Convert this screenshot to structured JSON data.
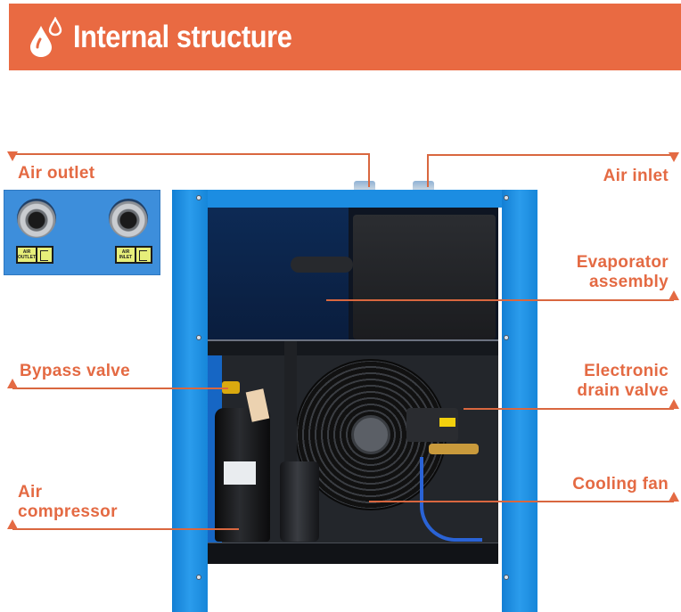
{
  "banner": {
    "icon": "water-drops-icon",
    "title": "Internal structure"
  },
  "colors": {
    "accent": "#e96a42",
    "label_text": "#e46a43",
    "frame_blue": "#1c8de2"
  },
  "inset": {
    "outlet_sticker": "AIR OUTLET",
    "inlet_sticker": "AIR INLET"
  },
  "callouts": {
    "air_outlet": "Air outlet",
    "air_inlet": "Air inlet",
    "evaporator_line1": "Evaporator",
    "evaporator_line2": "assembly",
    "bypass_valve": "Bypass valve",
    "drain_line1": "Electronic",
    "drain_line2": "drain valve",
    "air_line1": "Air",
    "air_line2": "compressor",
    "cooling_fan": "Cooling fan"
  }
}
